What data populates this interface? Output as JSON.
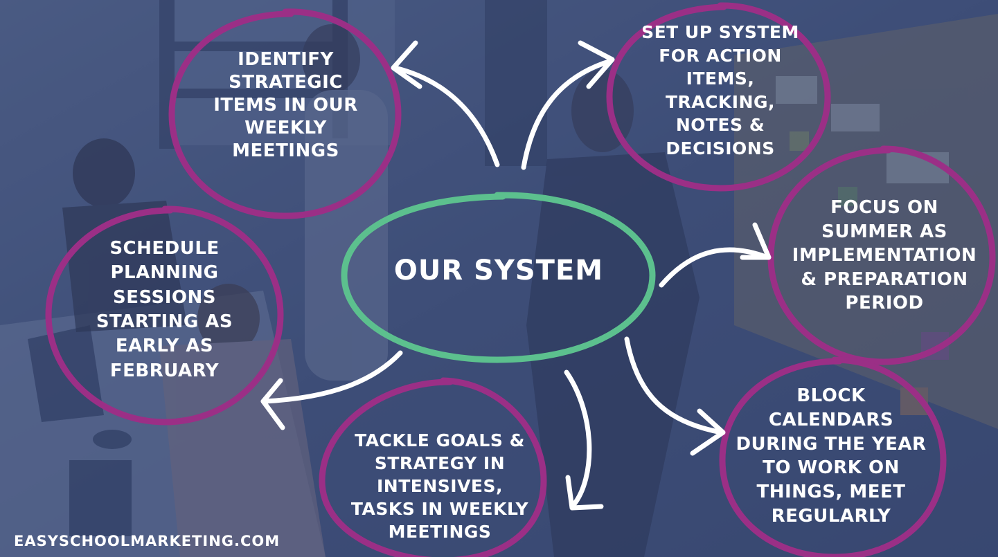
{
  "center": {
    "label": "OUR SYSTEM"
  },
  "nodes": [
    {
      "id": "identify",
      "lines": [
        "IDENTIFY",
        "STRATEGIC",
        "ITEMS IN OUR",
        "WEEKLY",
        "MEETINGS"
      ]
    },
    {
      "id": "setup",
      "lines": [
        "SET UP SYSTEM",
        "FOR ACTION",
        "ITEMS,",
        "TRACKING,",
        "NOTES &",
        "DECISIONS"
      ]
    },
    {
      "id": "focus",
      "lines": [
        "FOCUS ON",
        "SUMMER AS",
        "IMPLEMENTATION",
        "& PREPARATION",
        "PERIOD"
      ]
    },
    {
      "id": "block",
      "lines": [
        "BLOCK",
        "CALENDARS",
        "DURING THE YEAR",
        "TO WORK ON",
        "THINGS, MEET",
        "REGULARLY"
      ]
    },
    {
      "id": "tackle",
      "lines": [
        "TACKLE GOALS &",
        "STRATEGY IN",
        "INTENSIVES,",
        "TASKS IN WEEKLY",
        "MEETINGS"
      ]
    },
    {
      "id": "schedule",
      "lines": [
        "SCHEDULE",
        "PLANNING",
        "SESSIONS",
        "STARTING AS",
        "EARLY AS",
        "FEBRUARY"
      ]
    }
  ],
  "footer": "EASYSCHOOLMARKETING.COM",
  "colors": {
    "overlay": "#3d4c76",
    "circle_stroke": "#9b2f86",
    "center_stroke": "#5cc08e",
    "arrow": "#ffffff",
    "text": "#ffffff"
  }
}
